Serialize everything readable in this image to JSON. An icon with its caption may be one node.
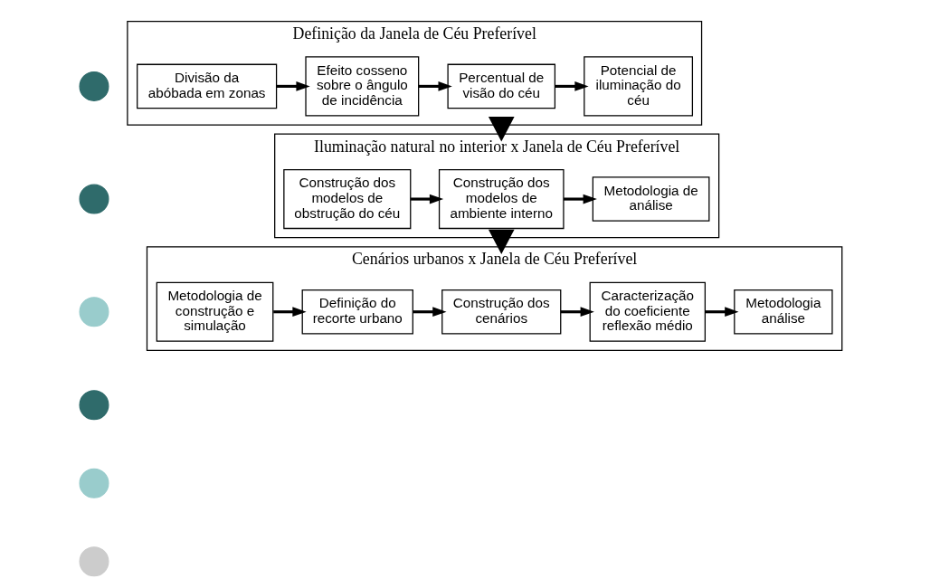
{
  "diagram": {
    "nodes": [
      {
        "text": [],
        "shape": "circle"
      },
      {
        "text": [
          "Definição da Janela de Céu Preferível"
        ]
      },
      {
        "text": [
          "Divisão da abóbada em zonas"
        ],
        "in": 1
      },
      {
        "text": [
          "Efeito cosseno sobre o ângulo de incidência"
        ],
        "in": 1
      },
      {
        "text": [
          "Percentual de visão do céu"
        ],
        "in": 1
      },
      {
        "text": [
          "Potencial de iluminação do céu"
        ],
        "in": 1
      },
      {
        "text": [],
        "shape": "circle"
      },
      {
        "text": [],
        "shape": "circle"
      },
      {
        "text": [
          "Iluminação natural no interior x Janela de Céu Preferível"
        ]
      },
      {
        "text": [
          "Construção dos modelos de obstrução do céu"
        ],
        "in": 8
      },
      {
        "text": [
          "Construção dos modelos de ambiente interno"
        ],
        "in": 8
      },
      {
        "text": [
          "Metodologia de análise"
        ],
        "in": 8
      },
      {
        "text": [],
        "shape": "circle"
      },
      {
        "text": [],
        "shape": "circle"
      },
      {
        "text": [],
        "shape": "circle"
      },
      {
        "text": [
          "Cenários urbanos x Janela de Céu Preferível"
        ]
      },
      {
        "text": [
          "Metodologia de construção e simulação"
        ],
        "in": 15
      },
      {
        "text": [
          "Definição do recorte urbano"
        ],
        "in": 15
      },
      {
        "text": [
          "Construção dos cenários"
        ],
        "in": 15
      },
      {
        "text": [
          "Caracterização do coeficiente reflexão médio"
        ],
        "in": 15
      },
      {
        "text": [
          "Metodologia análise"
        ],
        "in": 15
      }
    ],
    "edges": [
      {
        "from": 2,
        "to": 3,
        "arrow": "to"
      },
      {
        "from": 3,
        "to": 4,
        "arrow": "to"
      },
      {
        "from": 4,
        "to": 5,
        "arrow": "to"
      },
      {
        "from": 1,
        "to": 8,
        "arrow": "to",
        "style": "thick"
      },
      {
        "from": 9,
        "to": 10,
        "arrow": "to"
      },
      {
        "from": 10,
        "to": 11,
        "arrow": "to"
      },
      {
        "from": 8,
        "to": 15,
        "arrow": "to",
        "style": "thick"
      },
      {
        "from": 16,
        "to": 17,
        "arrow": "to"
      },
      {
        "from": 17,
        "to": 18,
        "arrow": "to"
      },
      {
        "from": 18,
        "to": 19,
        "arrow": "to"
      },
      {
        "from": 19,
        "to": 20,
        "arrow": "to"
      }
    ]
  }
}
